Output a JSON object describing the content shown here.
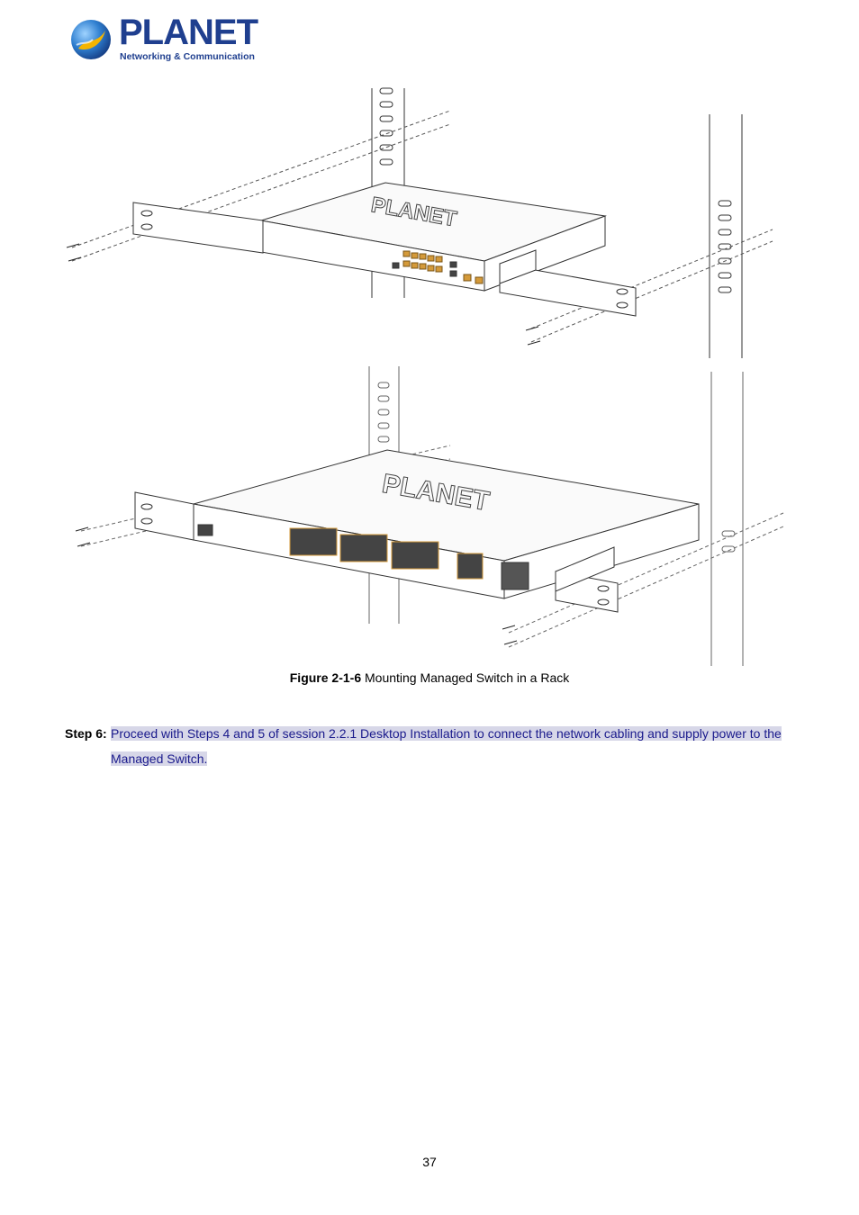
{
  "header": {
    "brand": "PLANET",
    "tagline": "Networking & Communication"
  },
  "figure": {
    "top_switch_brand": "PLANET",
    "bottom_switch_brand": "PLANET",
    "caption_number": "Figure 2-1-6",
    "caption_text": " Mounting Managed Switch in a Rack"
  },
  "step": {
    "label": "Step 6:",
    "text_line1": "Proceed with Steps 4 and 5 of session 2.2.1 Desktop Installation to connect the network cabling and supply power to the",
    "text_line2": "Managed Switch."
  },
  "footer": {
    "page_number": "37"
  },
  "colors": {
    "brand_blue": "#1f3f8f",
    "link_text": "#1a1a8c",
    "port_orange": "#d49a3a"
  }
}
